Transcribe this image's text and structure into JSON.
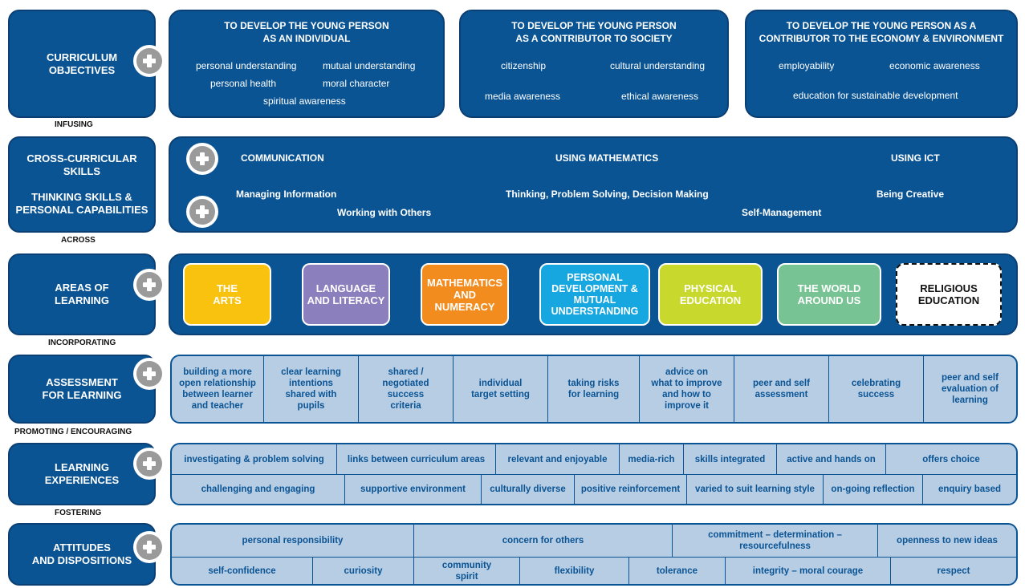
{
  "left_labels": {
    "curriculum_objectives": "CURRICULUM\nOBJECTIVES",
    "skills": "CROSS-CURRICULAR\nSKILLS\n\nTHINKING SKILLS &\nPERSONAL CAPABILITIES",
    "areas": "AREAS OF\nLEARNING",
    "assessment": "ASSESSMENT\nFOR LEARNING",
    "experiences": "LEARNING\nEXPERIENCES",
    "attitudes": "ATTITUDES\nAND DISPOSITIONS"
  },
  "connectors": {
    "infusing": "INFUSING",
    "across": "ACROSS",
    "incorporating": "INCORPORATING",
    "promoting": "PROMOTING / ENCOURAGING",
    "fostering": "FOSTERING"
  },
  "objectives": [
    {
      "title": "TO DEVELOP THE YOUNG PERSON\nAS AN INDIVIDUAL",
      "items": [
        "personal understanding",
        "mutual understanding",
        "personal health",
        "moral character",
        "spiritual awareness"
      ]
    },
    {
      "title": "TO DEVELOP THE YOUNG PERSON\nAS A CONTRIBUTOR TO SOCIETY",
      "items": [
        "citizenship",
        "cultural understanding",
        "media awareness",
        "ethical awareness"
      ]
    },
    {
      "title": "TO DEVELOP THE YOUNG PERSON AS A\nCONTRIBUTOR TO THE ECONOMY & ENVIRONMENT",
      "items": [
        "employability",
        "economic awareness",
        "education for sustainable development"
      ]
    }
  ],
  "skills": {
    "cross_curricular": [
      "COMMUNICATION",
      "USING MATHEMATICS",
      "USING ICT"
    ],
    "thinking": [
      "Managing Information",
      "Thinking, Problem Solving, Decision Making",
      "Being Creative",
      "Working with Others",
      "Self-Management"
    ]
  },
  "areas": [
    {
      "label": "THE\nARTS",
      "bg": "#f9c20f",
      "fg": "#ffffff"
    },
    {
      "label": "LANGUAGE\nAND LITERACY",
      "bg": "#8b7fbd",
      "fg": "#ffffff"
    },
    {
      "label": "MATHEMATICS\nAND NUMERACY",
      "bg": "#f28c1f",
      "fg": "#ffffff"
    },
    {
      "label": "PERSONAL\nDEVELOPMENT &\nMUTUAL\nUNDERSTANDING",
      "bg": "#17a7e0",
      "fg": "#ffffff"
    },
    {
      "label": "PHYSICAL\nEDUCATION",
      "bg": "#c8d82c",
      "fg": "#ffffff"
    },
    {
      "label": "THE WORLD\nAROUND US",
      "bg": "#77c393",
      "fg": "#ffffff"
    },
    {
      "label": "RELIGIOUS\nEDUCATION",
      "bg": "#ffffff",
      "fg": "#111111"
    }
  ],
  "assessment": [
    "building a more\nopen relationship\nbetween learner\nand teacher",
    "clear learning\nintentions\nshared with\npupils",
    "shared /\nnegotiated\nsuccess\ncriteria",
    "individual\ntarget setting",
    "taking risks\nfor learning",
    "advice on\nwhat to improve\nand how to\nimprove it",
    "peer and self\nassessment",
    "celebrating\nsuccess",
    "peer and self\nevaluation of\nlearning"
  ],
  "experiences": {
    "row1": [
      "investigating & problem solving",
      "links between curriculum areas",
      "relevant and enjoyable",
      "media-rich",
      "skills integrated",
      "active and hands on",
      "offers choice"
    ],
    "row2": [
      "challenging and engaging",
      "supportive environment",
      "culturally diverse",
      "positive reinforcement",
      "varied to suit learning style",
      "on-going reflection",
      "enquiry based"
    ]
  },
  "attitudes": {
    "row1": [
      "personal responsibility",
      "concern for others",
      "commitment – determination –\nresourcefulness",
      "openness to new ideas"
    ],
    "row2": [
      "self-confidence",
      "curiosity",
      "community\nspirit",
      "flexibility",
      "tolerance",
      "integrity – moral courage",
      "respect"
    ]
  },
  "colors": {
    "dark_blue": "#0a5494",
    "light_blue": "#b7cde4",
    "plus_grey": "#9a9a9a"
  }
}
